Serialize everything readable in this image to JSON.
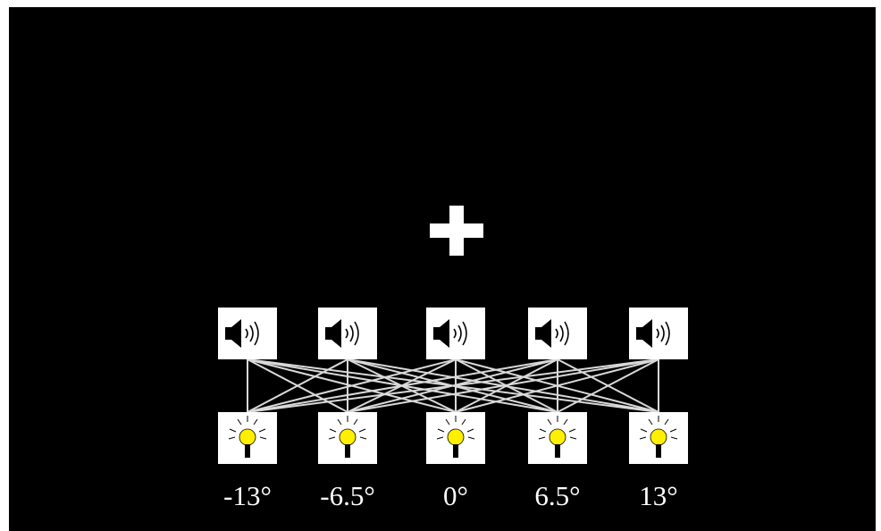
{
  "colors": {
    "background": "#000000",
    "box_fill": "#ffffff",
    "icon_dark": "#000000",
    "bulb_yellow": "#ffef00",
    "connection_line": "#d9d9d9",
    "label_text": "#ffffff",
    "cross": "#ffffff"
  },
  "fixation": {
    "icon": "plus-icon"
  },
  "positions": [
    {
      "angle_label": "-13°",
      "speaker_icon": "speaker-icon",
      "light_icon": "lightbulb-icon"
    },
    {
      "angle_label": "-6.5°",
      "speaker_icon": "speaker-icon",
      "light_icon": "lightbulb-icon"
    },
    {
      "angle_label": "0°",
      "speaker_icon": "speaker-icon",
      "light_icon": "lightbulb-icon"
    },
    {
      "angle_label": "6.5°",
      "speaker_icon": "speaker-icon",
      "light_icon": "lightbulb-icon"
    },
    {
      "angle_label": "13°",
      "speaker_icon": "speaker-icon",
      "light_icon": "lightbulb-icon"
    }
  ],
  "connections": "all-to-all"
}
